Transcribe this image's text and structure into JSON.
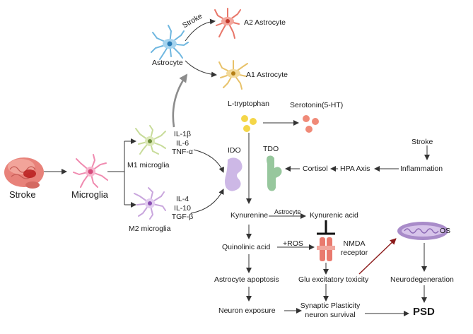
{
  "nodes": {
    "stroke_brain": "Stroke",
    "microglia": "Microglia",
    "m1": "M1 microglia",
    "m2": "M2 microglia",
    "astrocyte": "Astrocyte",
    "a2": "A2 Astrocyte",
    "a1": "A1 Astrocyte",
    "l_tryptophan": "L-tryptophan",
    "serotonin": "Serotonin(5-HT)",
    "ido": "IDO",
    "tdo": "TDO",
    "kynurenine": "Kynurenine",
    "kynurenic_acid": "Kynurenic acid",
    "quinolinic_acid": "Quinolinic acid",
    "nmda": [
      "NMDA",
      "receptor"
    ],
    "astrocyte_apoptosis": "Astrocyte apoptosis",
    "glu": "Glu excitatory toxicity",
    "neuron_exposure": "Neuron exposure",
    "synaptic": [
      "Synaptic Plasticity",
      "neuron survival"
    ],
    "neurodegeneration": "Neurodegeneration",
    "psd": "PSD",
    "os": "OS",
    "stroke_right": "Stroke",
    "inflammation": "Inflammation",
    "hpa": "HPA Axis",
    "cortisol": "Cortisol"
  },
  "edge_labels": {
    "stroke_to_astro": "Stroke",
    "astrocyte_arrow": "Astrocyte",
    "ros": "+ROS"
  },
  "cytokines": {
    "m1": [
      "IL-1β",
      "IL-6",
      "TNF-α"
    ],
    "m2": [
      "IL-4",
      "IL-10",
      "TGF-β"
    ]
  },
  "colors": {
    "arrow": "#333333",
    "grey_arrow": "#8c8c8c",
    "red_arrow": "#8b1a1a",
    "brain": "#e8827a",
    "microglia": "#f08bb0",
    "m1": "#c8dc9a",
    "m2": "#c9a6dd",
    "astro_blue": "#6fb7e0",
    "astro_red": "#e8776a",
    "astro_yellow": "#e8c26a",
    "ido": "#cdb8e6",
    "tdo": "#97c79d",
    "tryptophan": "#f4d648",
    "serotonin": "#f08a78",
    "nmda": "#e97a6e",
    "mito": "#a98cc9"
  }
}
